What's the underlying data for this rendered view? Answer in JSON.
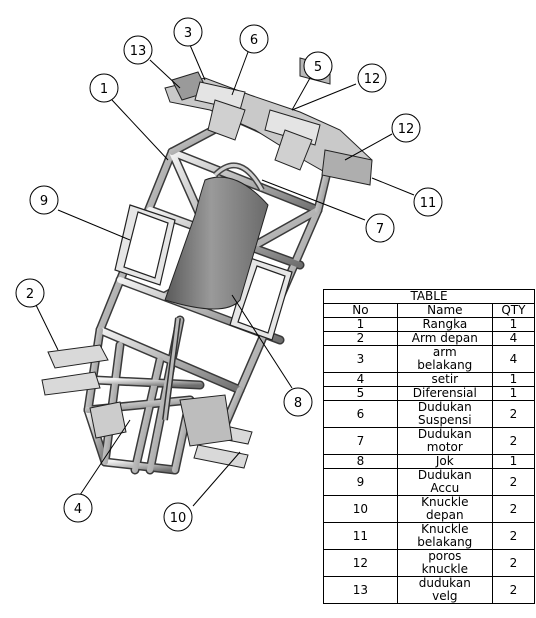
{
  "callouts": [
    "1",
    "2",
    "3",
    "4",
    "5",
    "6",
    "7",
    "8",
    "9",
    "10",
    "11",
    "12",
    "12",
    "13"
  ],
  "table": {
    "title": "TABLE",
    "headers": [
      "No",
      "Name",
      "QTY"
    ],
    "rows": [
      {
        "no": "1",
        "name": "Rangka",
        "qty": "1"
      },
      {
        "no": "2",
        "name": "Arm depan",
        "qty": "4"
      },
      {
        "no": "3",
        "name": "arm\nbelakang",
        "qty": "4"
      },
      {
        "no": "4",
        "name": "setir",
        "qty": "1"
      },
      {
        "no": "5",
        "name": "Diferensial",
        "qty": "1"
      },
      {
        "no": "6",
        "name": "Dudukan\nSuspensi",
        "qty": "2"
      },
      {
        "no": "7",
        "name": "Dudukan\nmotor",
        "qty": "2"
      },
      {
        "no": "8",
        "name": "Jok",
        "qty": "1"
      },
      {
        "no": "9",
        "name": "Dudukan\nAccu",
        "qty": "2"
      },
      {
        "no": "10",
        "name": "Knuckle\ndepan",
        "qty": "2"
      },
      {
        "no": "11",
        "name": "Knuckle\nbelakang",
        "qty": "2"
      },
      {
        "no": "12",
        "name": "poros\nknuckle",
        "qty": "2"
      },
      {
        "no": "13",
        "name": "dudukan\nvelg",
        "qty": "2"
      }
    ]
  }
}
